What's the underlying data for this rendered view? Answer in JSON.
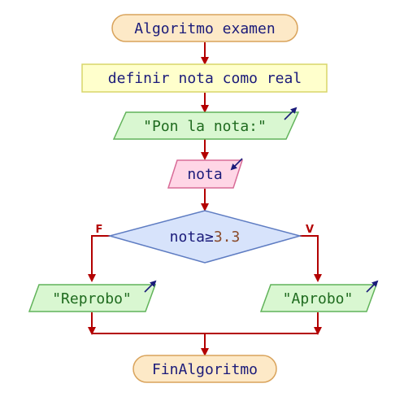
{
  "flowchart": {
    "start_label": "Algoritmo examen",
    "process_label": "definir nota como real",
    "output_main": "\"Pon la nota:\"",
    "input_label": "nota",
    "decision": {
      "variable": "nota",
      "operator": "≥",
      "value": "3.3"
    },
    "false_label": "F",
    "true_label": "V",
    "output_false": "\"Reprobo\"",
    "output_true": "\"Aprobo\"",
    "end_label": "FinAlgoritmo"
  },
  "colors": {
    "connector": "#b30000",
    "terminal_fill": "#fde9c7",
    "terminal_stroke": "#d9a35b",
    "process_fill": "#ffffcc",
    "process_stroke": "#d8d66a",
    "output_fill": "#d9f7d1",
    "output_stroke": "#61b35a",
    "input_fill": "#ffd6e6",
    "input_stroke": "#d86b97",
    "decision_fill": "#d7e3fb",
    "decision_stroke": "#5e7cc2",
    "text_default": "#1b1b7a",
    "text_string": "#1f6b1f",
    "text_number": "#8a4b2a",
    "arrow_icon": "#1b1b7a"
  }
}
